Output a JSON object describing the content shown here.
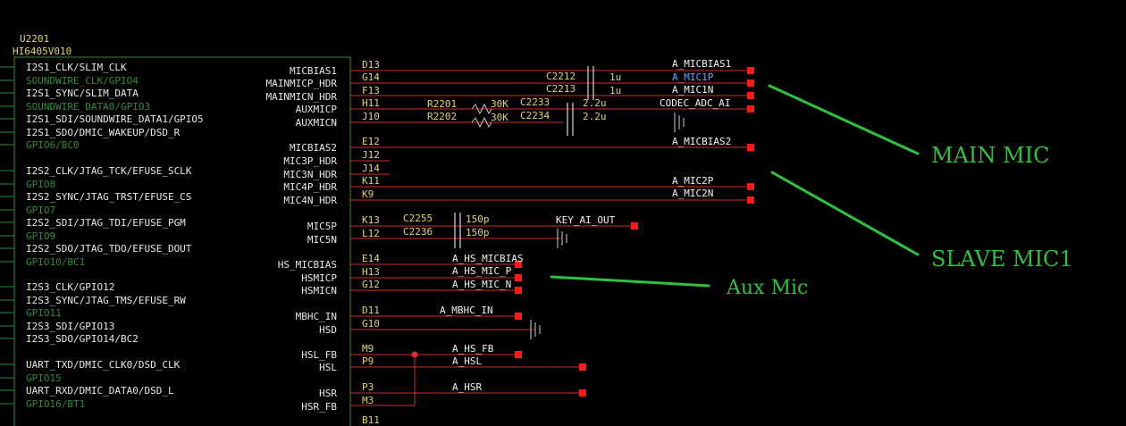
{
  "component": {
    "ref": "U2201",
    "part": "HI6405V010"
  },
  "left_pins": [
    {
      "label": "I2S1_CLK/SLIM_CLK",
      "dim": false
    },
    {
      "label": "SOUNDWIRE_CLK/GPIO4",
      "dim": true
    },
    {
      "label": "I2S1_SYNC/SLIM_DATA",
      "dim": false
    },
    {
      "label": "SOUNDWIRE_DATA0/GPIO3",
      "dim": true
    },
    {
      "label": "I2S1_SDI/SOUNDWIRE_DATA1/GPIO5",
      "dim": false
    },
    {
      "label": "I2S1_SDO/DMIC_WAKEUP/DSD_R",
      "dim": false
    },
    {
      "label": "GPIO6/BC0",
      "dim": true
    },
    {
      "label": "I2S2_CLK/JTAG_TCK/EFUSE_SCLK",
      "dim": false
    },
    {
      "label": "GPIO8",
      "dim": true
    },
    {
      "label": "I2S2_SYNC/JTAG_TRST/EFUSE_CS",
      "dim": false
    },
    {
      "label": "GPIO7",
      "dim": true
    },
    {
      "label": "I2S2_SDI/JTAG_TDI/EFUSE_PGM",
      "dim": false
    },
    {
      "label": "GPIO9",
      "dim": true
    },
    {
      "label": "I2S2_SDO/JTAG_TDO/EFUSE_DOUT",
      "dim": false
    },
    {
      "label": "GPIO10/BC1",
      "dim": true
    },
    {
      "label": "I2S3_CLK/GPIO12",
      "dim": false
    },
    {
      "label": "I2S3_SYNC/JTAG_TMS/EFUSE_RW",
      "dim": false
    },
    {
      "label": "GPIO11",
      "dim": true
    },
    {
      "label": "I2S3_SDI/GPIO13",
      "dim": false
    },
    {
      "label": "I2S3_SDO/GPIO14/BC2",
      "dim": false
    },
    {
      "label": "UART_TXD/DMIC_CLK0/DSD_CLK",
      "dim": false
    },
    {
      "label": "GPIO15",
      "dim": true
    },
    {
      "label": "UART_RXD/DMIC_DATA0/DSD_L",
      "dim": false
    },
    {
      "label": "GPIO16/BT1",
      "dim": true
    }
  ],
  "right_pins": [
    {
      "name": "MICBIAS1",
      "ball": "D13",
      "net": "A_MICBIAS1"
    },
    {
      "name": "MAINMICP_HDR",
      "ball": "G14",
      "net": "A_MIC1P"
    },
    {
      "name": "MAINMICN_HDR",
      "ball": "F13",
      "net": "A_MIC1N"
    },
    {
      "name": "AUXMICP",
      "ball": "H11",
      "net": "CODEC_ADC_AI"
    },
    {
      "name": "AUXMICN",
      "ball": "J10",
      "net": ""
    },
    {
      "name": "MICBIAS2",
      "ball": "E12",
      "net": "A_MICBIAS2"
    },
    {
      "name": "MIC3P_HDR",
      "ball": "J12",
      "net": ""
    },
    {
      "name": "MIC3N_HDR",
      "ball": "J14",
      "net": ""
    },
    {
      "name": "MIC4P_HDR",
      "ball": "K11",
      "net": "A_MIC2P"
    },
    {
      "name": "MIC4N_HDR",
      "ball": "K9",
      "net": "A_MIC2N"
    },
    {
      "name": "MIC5P",
      "ball": "K13",
      "net": "KEY_AI_OUT"
    },
    {
      "name": "MIC5N",
      "ball": "L12",
      "net": ""
    },
    {
      "name": "HS_MICBIAS",
      "ball": "E14",
      "net": "A_HS_MICBIAS"
    },
    {
      "name": "HSMICP",
      "ball": "H13",
      "net": "A_HS_MIC_P"
    },
    {
      "name": "HSMICN",
      "ball": "G12",
      "net": "A_HS_MIC_N"
    },
    {
      "name": "MBHC_IN",
      "ball": "D11",
      "net": "A_MBHC_IN"
    },
    {
      "name": "HSD",
      "ball": "G10",
      "net": ""
    },
    {
      "name": "HSL_FB",
      "ball": "M9",
      "net": "A_HS_FB"
    },
    {
      "name": "HSL",
      "ball": "P9",
      "net": "A_HSL"
    },
    {
      "name": "HSR",
      "ball": "P3",
      "net": "A_HSR"
    },
    {
      "name": "HSR_FB",
      "ball": "M3",
      "net": ""
    },
    {
      "name": "",
      "ball": "B11",
      "net": ""
    }
  ],
  "components": [
    {
      "ref": "C2212",
      "value": "1u"
    },
    {
      "ref": "C2213",
      "value": "1u"
    },
    {
      "ref": "R2201",
      "value": "30K"
    },
    {
      "ref": "R2202",
      "value": "30K"
    },
    {
      "ref": "C2233",
      "value": "2.2u"
    },
    {
      "ref": "C2234",
      "value": "2.2u"
    },
    {
      "ref": "C2255",
      "value": "150p"
    },
    {
      "ref": "C2236",
      "value": "150p"
    }
  ],
  "annotations": {
    "main_mic": "MAIN MIC",
    "slave_mic": "SLAVE MIC1",
    "aux_mic": "Aux Mic"
  },
  "colors": {
    "wire": "#d02a2a",
    "box": "#2f8a3c",
    "pin_text": "#e8e8e8",
    "ball_text": "#e6d36a",
    "annotation": "#2ec33e",
    "terminal": "#ff1a1a"
  }
}
